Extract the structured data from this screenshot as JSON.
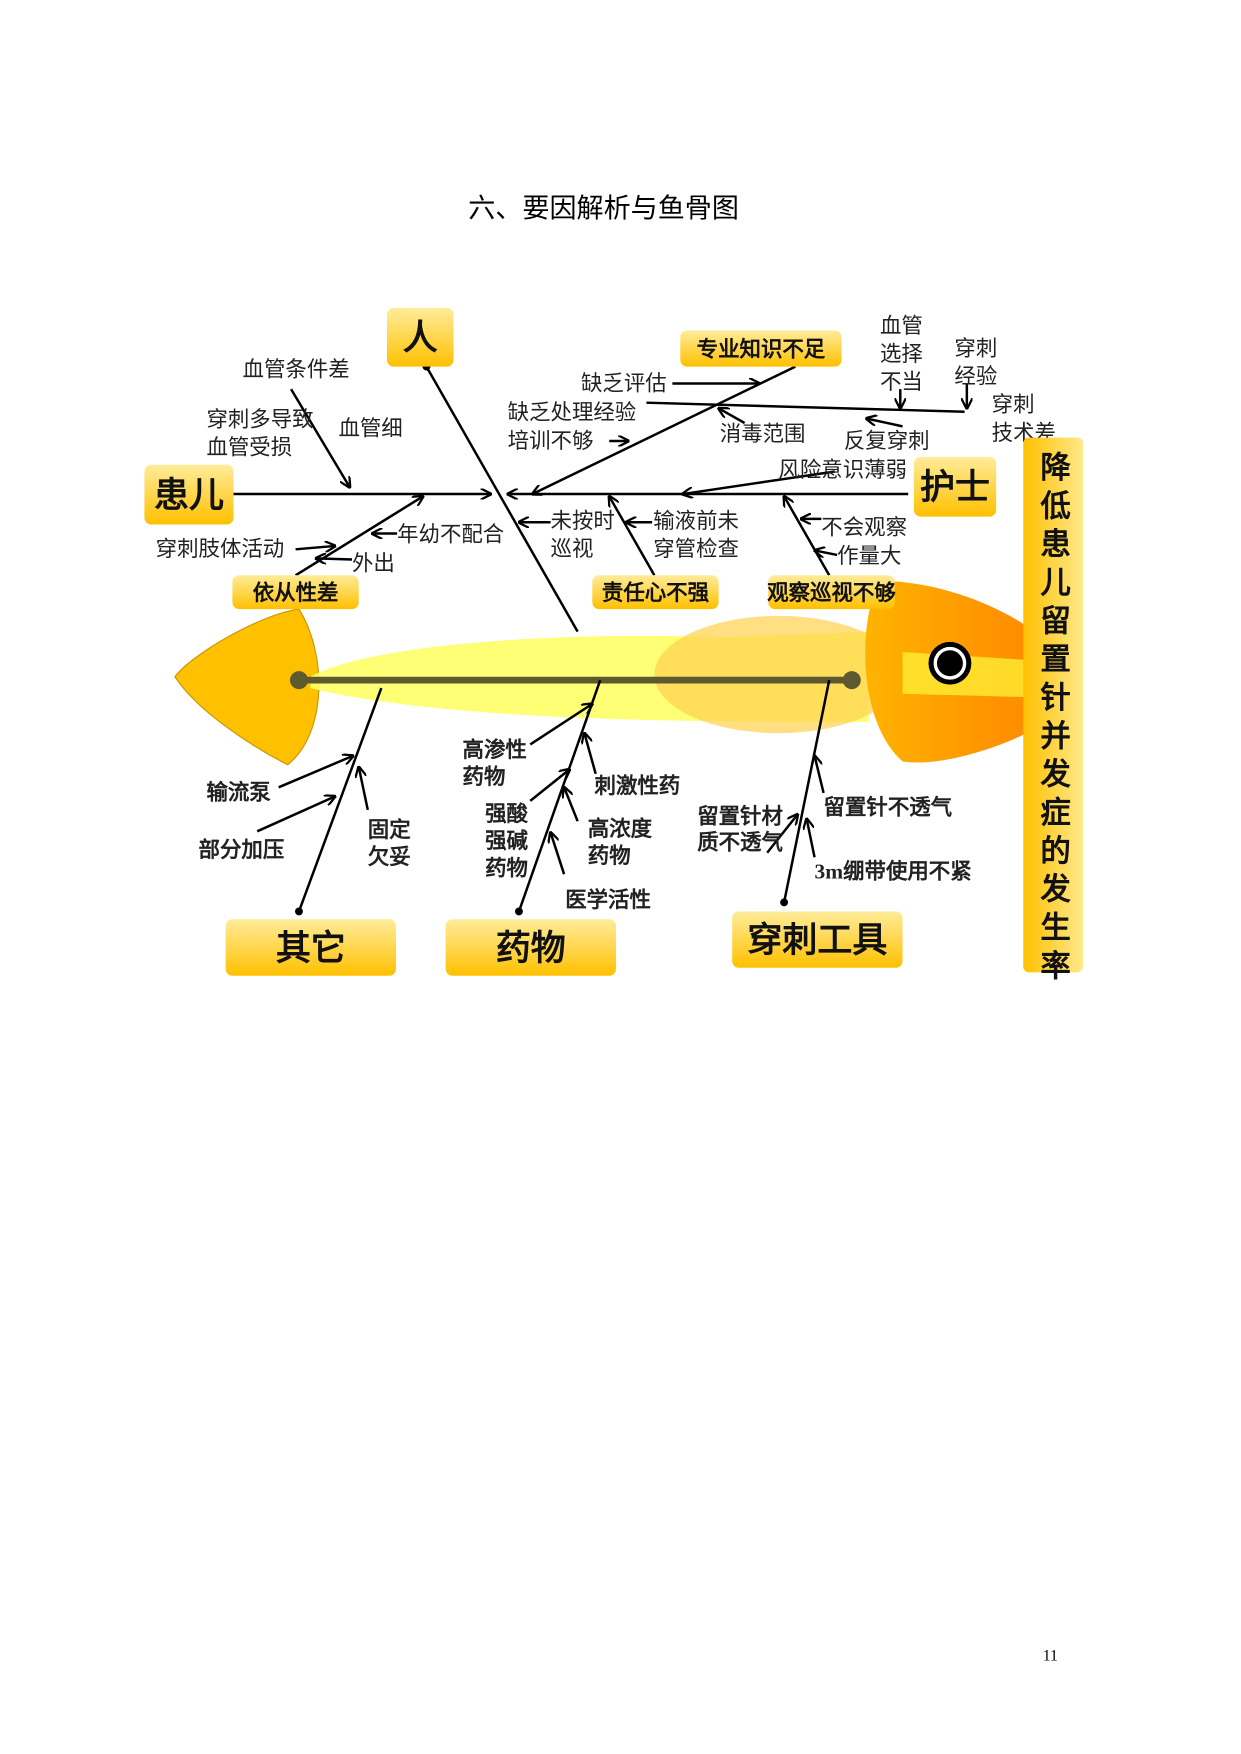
{
  "title": "六、要因解析与鱼骨图",
  "page_number": "11",
  "effect": "降低患儿留置针并发症的发生率",
  "categories": {
    "person": "人",
    "patient": "患儿",
    "nurse": "护士",
    "other": "其它",
    "drug": "药物",
    "tool": "穿刺工具"
  },
  "sub_causes": {
    "knowledge": "专业知识不足",
    "compliance": "依从性差",
    "responsibility": "责任心不强",
    "observation": "观察巡视不够"
  },
  "causes": {
    "vessel_poor": [
      "血管条件差"
    ],
    "vessel_damaged": [
      "穿刺多导致",
      "血管受损"
    ],
    "vessel_thin": [
      "血管细"
    ],
    "lack_assessment": [
      "缺乏评估"
    ],
    "lack_experience": [
      "缺乏处理经验"
    ],
    "training": [
      "培训不够"
    ],
    "disinfection": [
      "消毒范围"
    ],
    "repeat_puncture": [
      "反复穿刺"
    ],
    "risk_awareness": [
      "风险意识薄弱"
    ],
    "vessel_choice": [
      "血管",
      "选择",
      "不当"
    ],
    "puncture_exp": [
      "穿刺",
      "经验"
    ],
    "puncture_skill": [
      "穿刺",
      "技术差"
    ],
    "young": [
      "年幼不配合"
    ],
    "not_on_time": [
      "未按时",
      "巡视"
    ],
    "no_check": [
      "输液前未",
      "穿管检查"
    ],
    "cannot_observe": [
      "不会观察"
    ],
    "workload": [
      "作量大"
    ],
    "limb_activity": [
      "穿刺肢体活动"
    ],
    "going_out": [
      "外出"
    ],
    "infusion_pump": [
      "输流泵"
    ],
    "partial_pressure": [
      "部分加压"
    ],
    "fixation": [
      "固定",
      "欠妥"
    ],
    "hyperosmotic": [
      "高渗性",
      "药物"
    ],
    "irritant": [
      "刺激性药"
    ],
    "acid_base": [
      "强酸",
      "强碱",
      "药物"
    ],
    "high_conc": [
      "高浓度",
      "药物"
    ],
    "bioactive": [
      "医学活性"
    ],
    "needle_material": [
      "留置针材",
      "质不透气"
    ],
    "needle_airtight": [
      "留置针不透气"
    ],
    "bandage": [
      "3m绷带使用不紧"
    ]
  },
  "colors": {
    "box_top": "#ffe98a",
    "box_bottom": "#ffc000",
    "tail": "#ffc000",
    "body": "#ffff66",
    "head": "#ff9900",
    "spine": "#5c5a2e"
  }
}
